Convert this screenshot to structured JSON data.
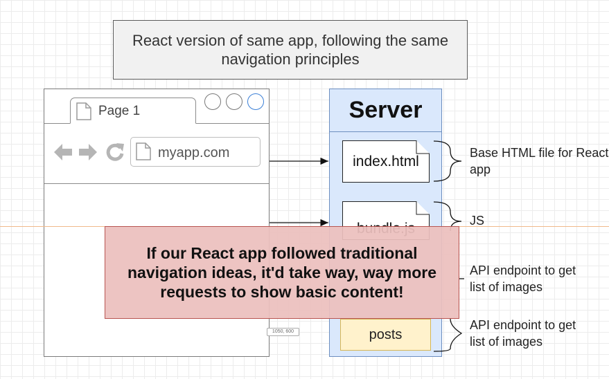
{
  "title": "React version of same app, following the same navigation principles",
  "browser": {
    "tab_label": "Page 1",
    "url": "myapp.com"
  },
  "server": {
    "title": "Server",
    "files": [
      {
        "name": "index.html"
      },
      {
        "name": "bundle.js"
      }
    ],
    "endpoint": "posts"
  },
  "annotations": [
    {
      "text": "Base HTML file for React app"
    },
    {
      "text": "JS"
    },
    {
      "text": "API endpoint to get list of images"
    },
    {
      "text": "API endpoint to get list of images"
    }
  ],
  "overlay_message": "If our React app followed traditional navigation ideas, it'd take way, way more requests to show basic content!",
  "coordinate_readout": "1050, 600",
  "colors": {
    "server_fill": "#dae8fc",
    "server_stroke": "#6c8ebf",
    "endpoint_fill": "#fff2cc",
    "overlay_fill": "#ecbfbd"
  }
}
